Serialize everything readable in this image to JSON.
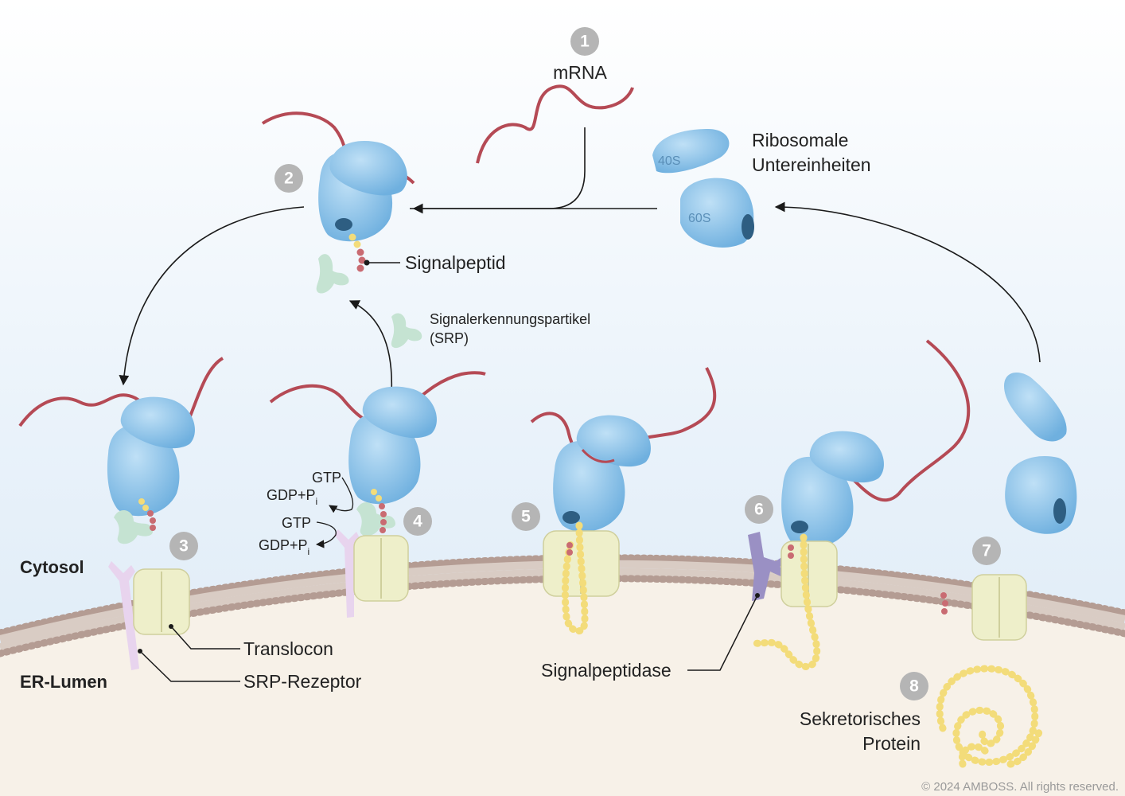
{
  "labels": {
    "mrna": "mRNA",
    "ribosomal_subunits_line1": "Ribosomale",
    "ribosomal_subunits_line2": "Untereinheiten",
    "subunit_small": "40S",
    "subunit_large": "60S",
    "signal_peptide": "Signalpeptid",
    "srp_line1": "Signalerkennungspartikel",
    "srp_line2": "(SRP)",
    "gtp_upper": "GTP",
    "gdp_upper": "GDP+P",
    "gtp_lower": "GTP",
    "gdp_lower": "GDP+P",
    "phosphate_subscript": "i",
    "cytosol": "Cytosol",
    "er_lumen": "ER-Lumen",
    "translocon": "Translocon",
    "srp_receptor": "SRP-Rezeptor",
    "signal_peptidase": "Signalpeptidase",
    "secretory_protein_line1": "Sekretorisches",
    "secretory_protein_line2": "Protein",
    "copyright": "© 2024 AMBOSS. All rights reserved."
  },
  "steps": [
    "1",
    "2",
    "3",
    "4",
    "5",
    "6",
    "7",
    "8"
  ],
  "colors": {
    "ribosome": "#8dc3e8",
    "mrna": "#b54a55",
    "srp": "#c5e3d2",
    "translocon": "#eeefca",
    "srp_receptor": "#e8d4ee",
    "signal_peptidase": "#9a90c4",
    "protein_chain": "#f3dc7a",
    "membrane_head": "#b49c93",
    "er_lumen": "#f7f1e8",
    "step_badge": "#b5b5b5"
  }
}
